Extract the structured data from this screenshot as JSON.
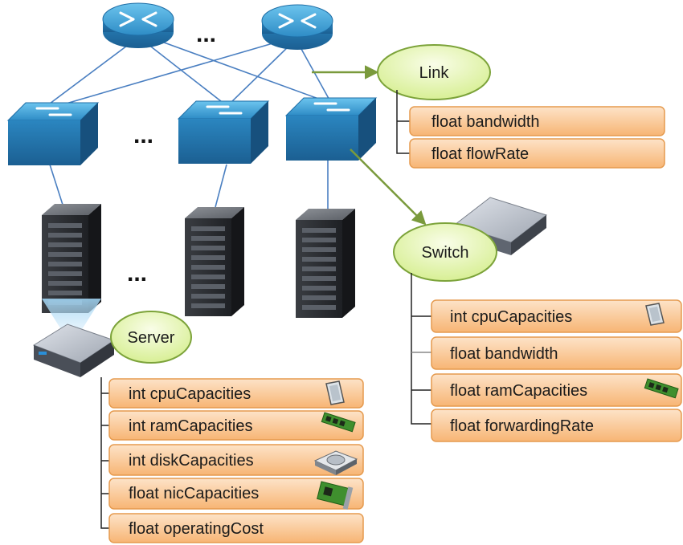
{
  "ellipsis": "...",
  "link": {
    "label": "Link",
    "attributes": [
      "float bandwidth",
      "float flowRate"
    ]
  },
  "switch": {
    "label": "Switch",
    "attributes": [
      "int cpuCapacities",
      "float bandwidth",
      "float ramCapacities",
      "float forwardingRate"
    ]
  },
  "server": {
    "label": "Server",
    "attributes": [
      "int cpuCapacities",
      "int ramCapacities",
      "int diskCapacities",
      "float nicCapacities",
      "float operatingCost"
    ]
  },
  "icons": {
    "router": "router-icon",
    "switch": "switch-icon",
    "rack": "server-rack-icon",
    "appliance": "appliance-icon",
    "cpu": "cpu-chip-icon",
    "ram": "ram-stick-icon",
    "disk": "hard-disk-icon",
    "nic": "network-card-icon"
  },
  "colors": {
    "device_blue": "#2f8fc9",
    "link_line": "#4a7fc1",
    "class_fill": "#e6f5b8",
    "class_stroke": "#7ca33a",
    "attr_fill": "#fbd2a7",
    "attr_stroke": "#e59a4e",
    "arrow_green": "#7a9a3c"
  }
}
